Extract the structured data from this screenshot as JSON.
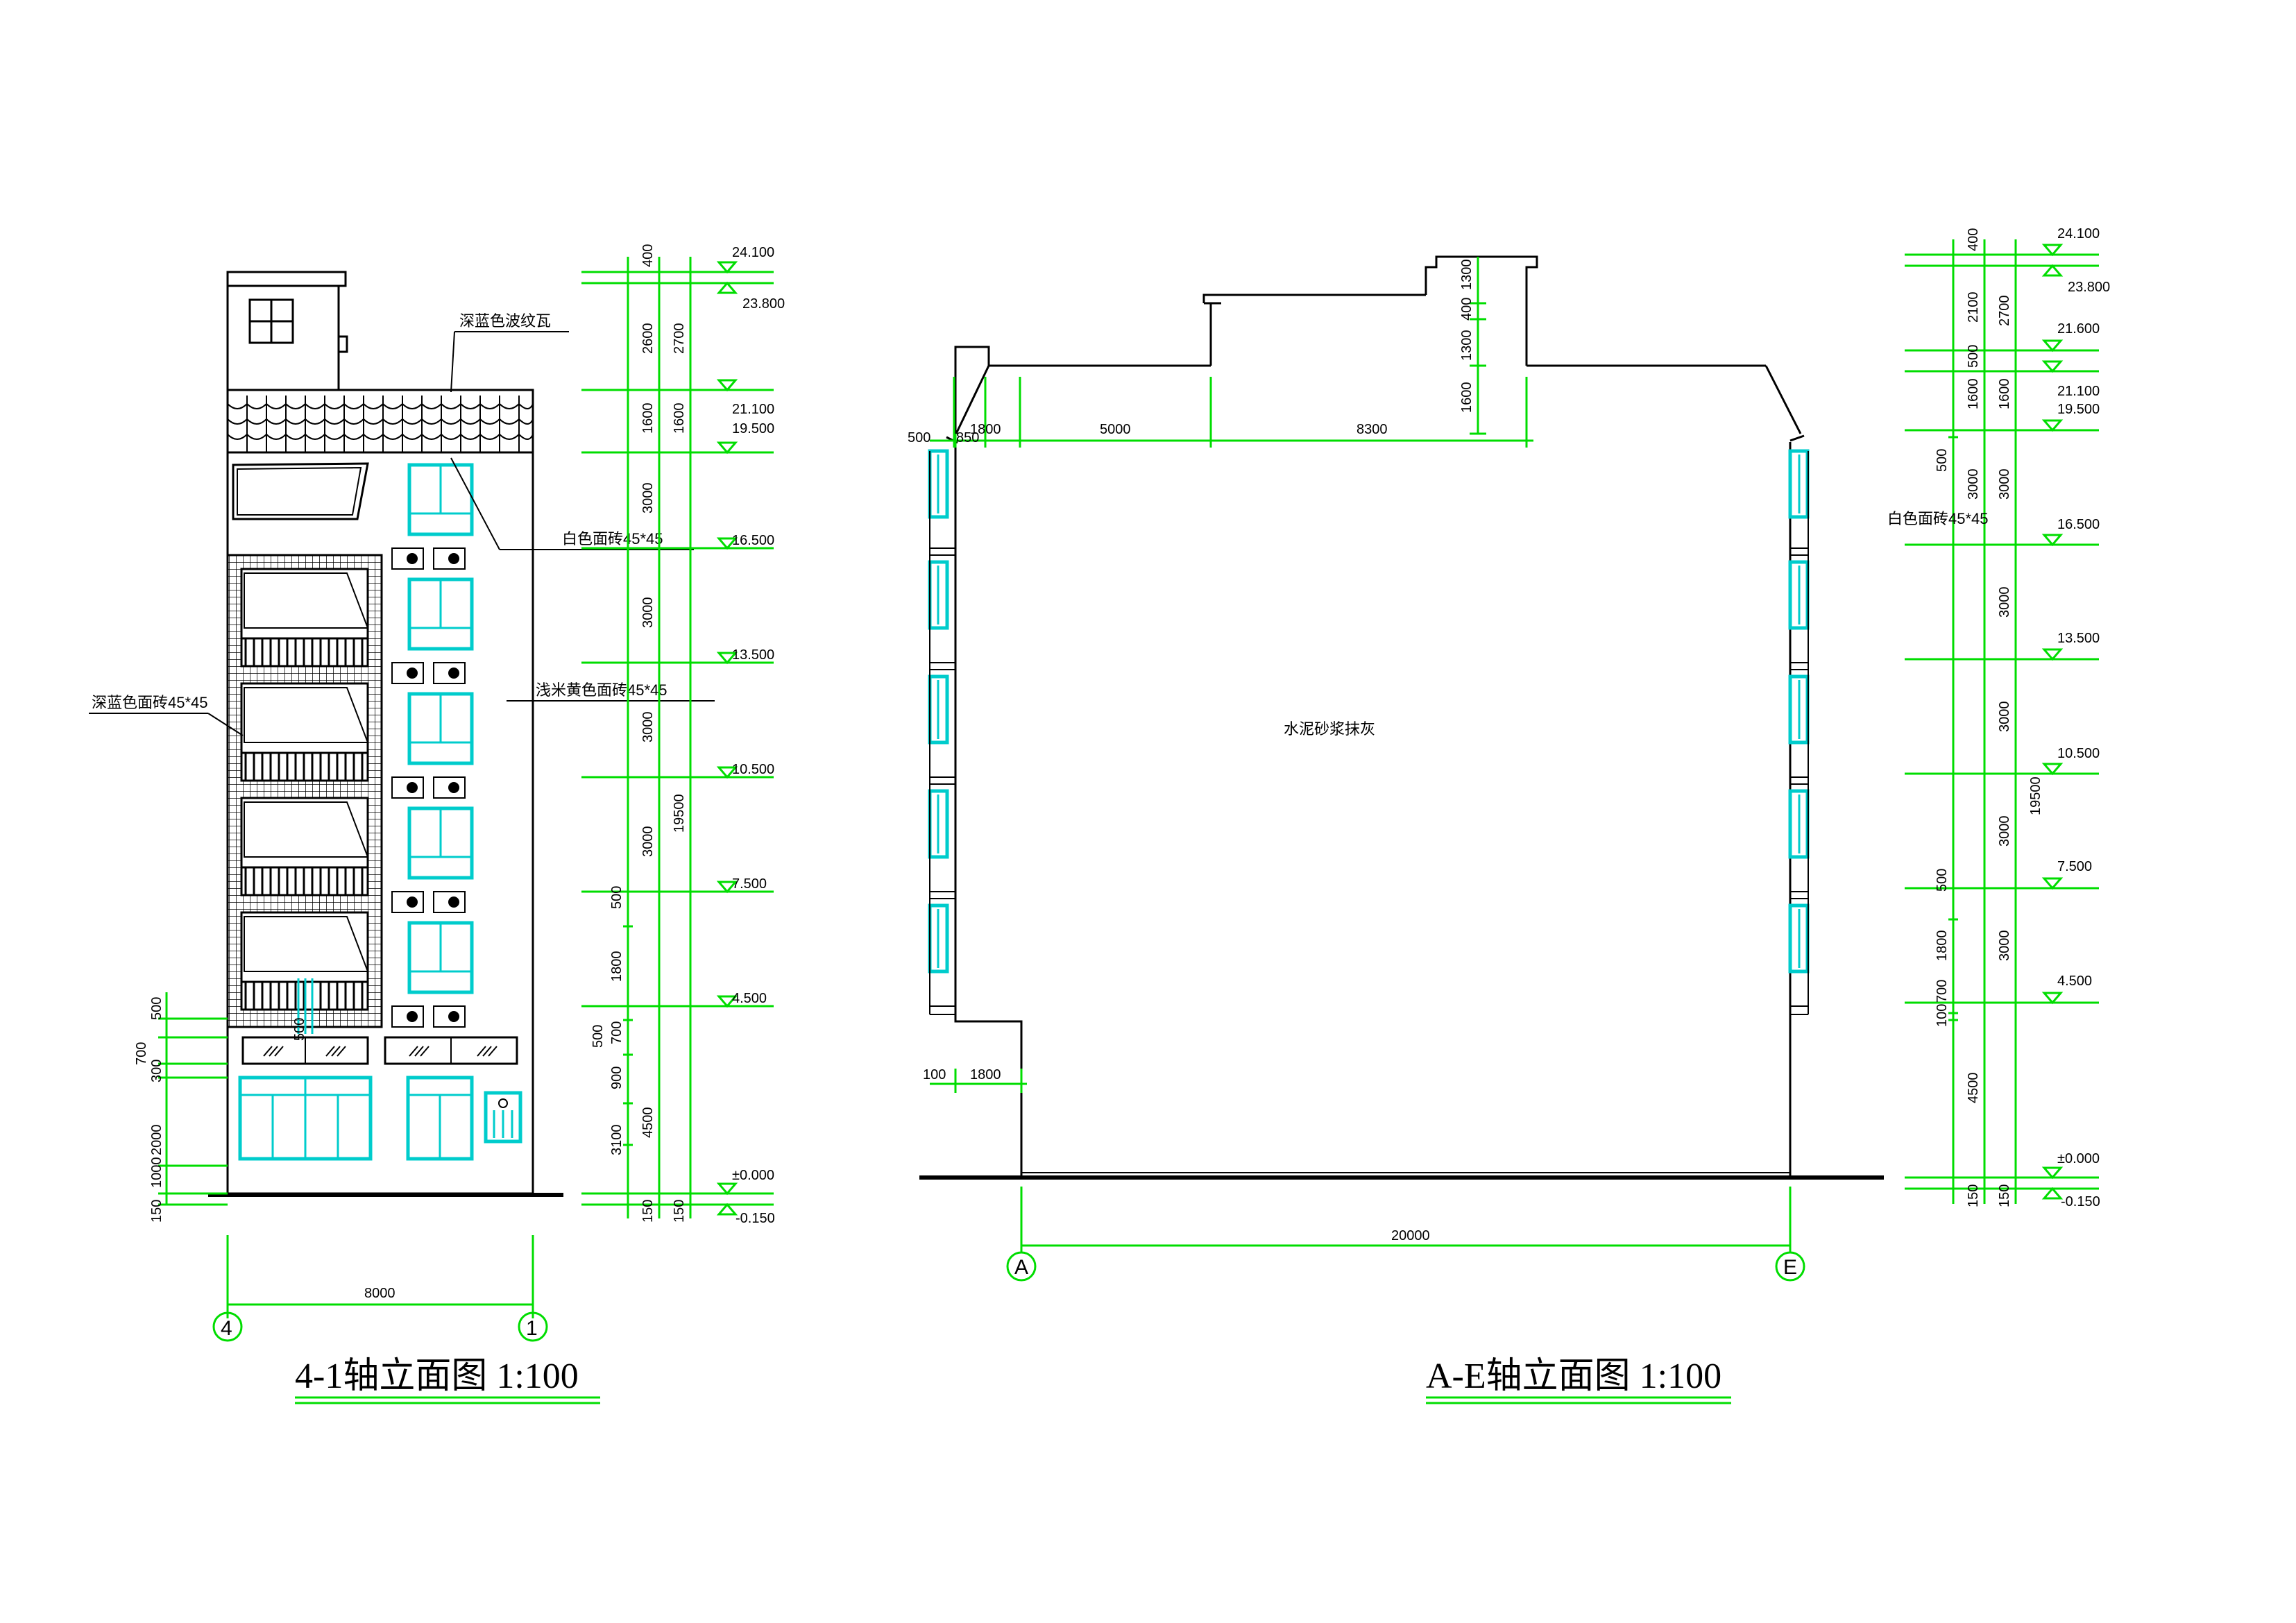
{
  "colors": {
    "line": "#000000",
    "dim": "#00dd00",
    "window": "#00cccc",
    "background": "#ffffff"
  },
  "left_view": {
    "title": "4-1轴立面图 1:100",
    "notes": {
      "roof_tile": "深蓝色波纹瓦",
      "white_tile": "白色面砖45*45",
      "beige_tile": "浅米黄色面砖45*45",
      "blue_tile": "深蓝色面砖45*45"
    },
    "axis_left": "4",
    "axis_right": "1",
    "width_dim": "8000",
    "elevations": [
      "24.100",
      "23.800",
      "21.100",
      "19.500",
      "16.500",
      "13.500",
      "10.500",
      "7.500",
      "4.500",
      "±0.000",
      "-0.150"
    ],
    "dims_col1": [
      "400",
      "2600",
      "1600",
      "3000",
      "3000",
      "3000",
      "3000",
      "500",
      "1800",
      "700",
      "500",
      "900",
      "4500",
      "3100",
      "150"
    ],
    "dims_col2": [
      "2700",
      "1600",
      "19500",
      "150"
    ],
    "dims_base": [
      "500",
      "700",
      "300",
      "2000",
      "1000",
      "150"
    ],
    "small_dim": "500"
  },
  "right_view": {
    "title": "A-E轴立面图 1:100",
    "note_wall": "水泥砂浆抹灰",
    "note_tile": "白色面砖45*45",
    "axis_left": "A",
    "axis_right": "E",
    "width_dim": "20000",
    "top_dims": [
      "500",
      "850",
      "1800",
      "5000",
      "8300"
    ],
    "tower_dims": [
      "1300",
      "400",
      "1300",
      "1600"
    ],
    "base_dims": [
      "100",
      "1800"
    ],
    "elevations": [
      "24.100",
      "23.800",
      "21.600",
      "21.100",
      "19.500",
      "16.500",
      "13.500",
      "10.500",
      "7.500",
      "4.500",
      "±0.000",
      "-0.150"
    ],
    "dims_col1": [
      "400",
      "2100",
      "500",
      "1600",
      "500",
      "3000",
      "500",
      "1800",
      "700",
      "100",
      "4500",
      "150"
    ],
    "dims_col2": [
      "2700",
      "1600",
      "3000",
      "3000",
      "3000",
      "3000",
      "3000",
      "19500",
      "150"
    ]
  }
}
